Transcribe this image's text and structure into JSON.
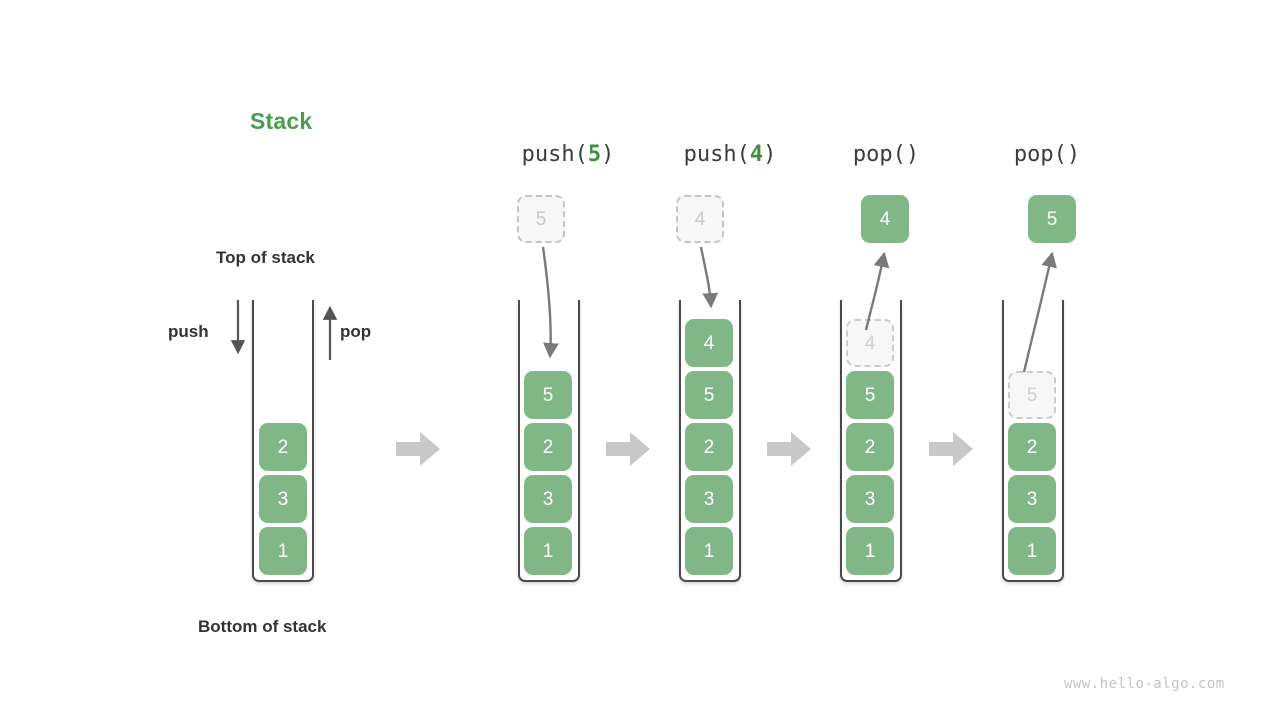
{
  "title": "Stack",
  "labels": {
    "top_of_stack": "Top of stack",
    "bottom_of_stack": "Bottom of stack",
    "push": "push",
    "pop": "pop"
  },
  "watermark": "www.hello-algo.com",
  "colors": {
    "accent_green": "#4a9c4e",
    "cell_green": "#81b687",
    "cell_text": "#ffffff",
    "ghost_fill": "#f7f7f7",
    "ghost_border": "#c4c4c4",
    "ghost_text": "#c9c9c9",
    "container_stroke": "#4a4a4a",
    "flow_arrow": "#c8c8c8",
    "thin_arrow": "#6e6e6e",
    "label_text": "#333333",
    "watermark_text": "#c4c4c4"
  },
  "stages": [
    {
      "id": "initial",
      "header_prefix": "",
      "header_arg": "",
      "header_suffix": "",
      "cells": [
        "2",
        "3",
        "1"
      ],
      "external_cell": null,
      "ghost_index": null
    },
    {
      "id": "push-5",
      "header_prefix": "push(",
      "header_arg": "5",
      "header_suffix": ")",
      "cells": [
        "5",
        "2",
        "3",
        "1"
      ],
      "external_cell": {
        "value": "5",
        "style": "ghost"
      },
      "ghost_index": null
    },
    {
      "id": "push-4",
      "header_prefix": "push(",
      "header_arg": "4",
      "header_suffix": ")",
      "cells": [
        "4",
        "5",
        "2",
        "3",
        "1"
      ],
      "external_cell": {
        "value": "4",
        "style": "ghost"
      },
      "ghost_index": null
    },
    {
      "id": "pop-4",
      "header_prefix": "pop(",
      "header_arg": "",
      "header_suffix": ")",
      "cells": [
        "4",
        "5",
        "2",
        "3",
        "1"
      ],
      "external_cell": {
        "value": "4",
        "style": "filled"
      },
      "ghost_index": 0
    },
    {
      "id": "pop-5",
      "header_prefix": "pop(",
      "header_arg": "",
      "header_suffix": ")",
      "cells": [
        "",
        "5",
        "2",
        "3",
        "1"
      ],
      "external_cell": {
        "value": "5",
        "style": "filled"
      },
      "ghost_index": 1
    }
  ],
  "flow_arrows": [
    {
      "id": "flow-1"
    },
    {
      "id": "flow-2"
    },
    {
      "id": "flow-3"
    },
    {
      "id": "flow-4"
    }
  ]
}
